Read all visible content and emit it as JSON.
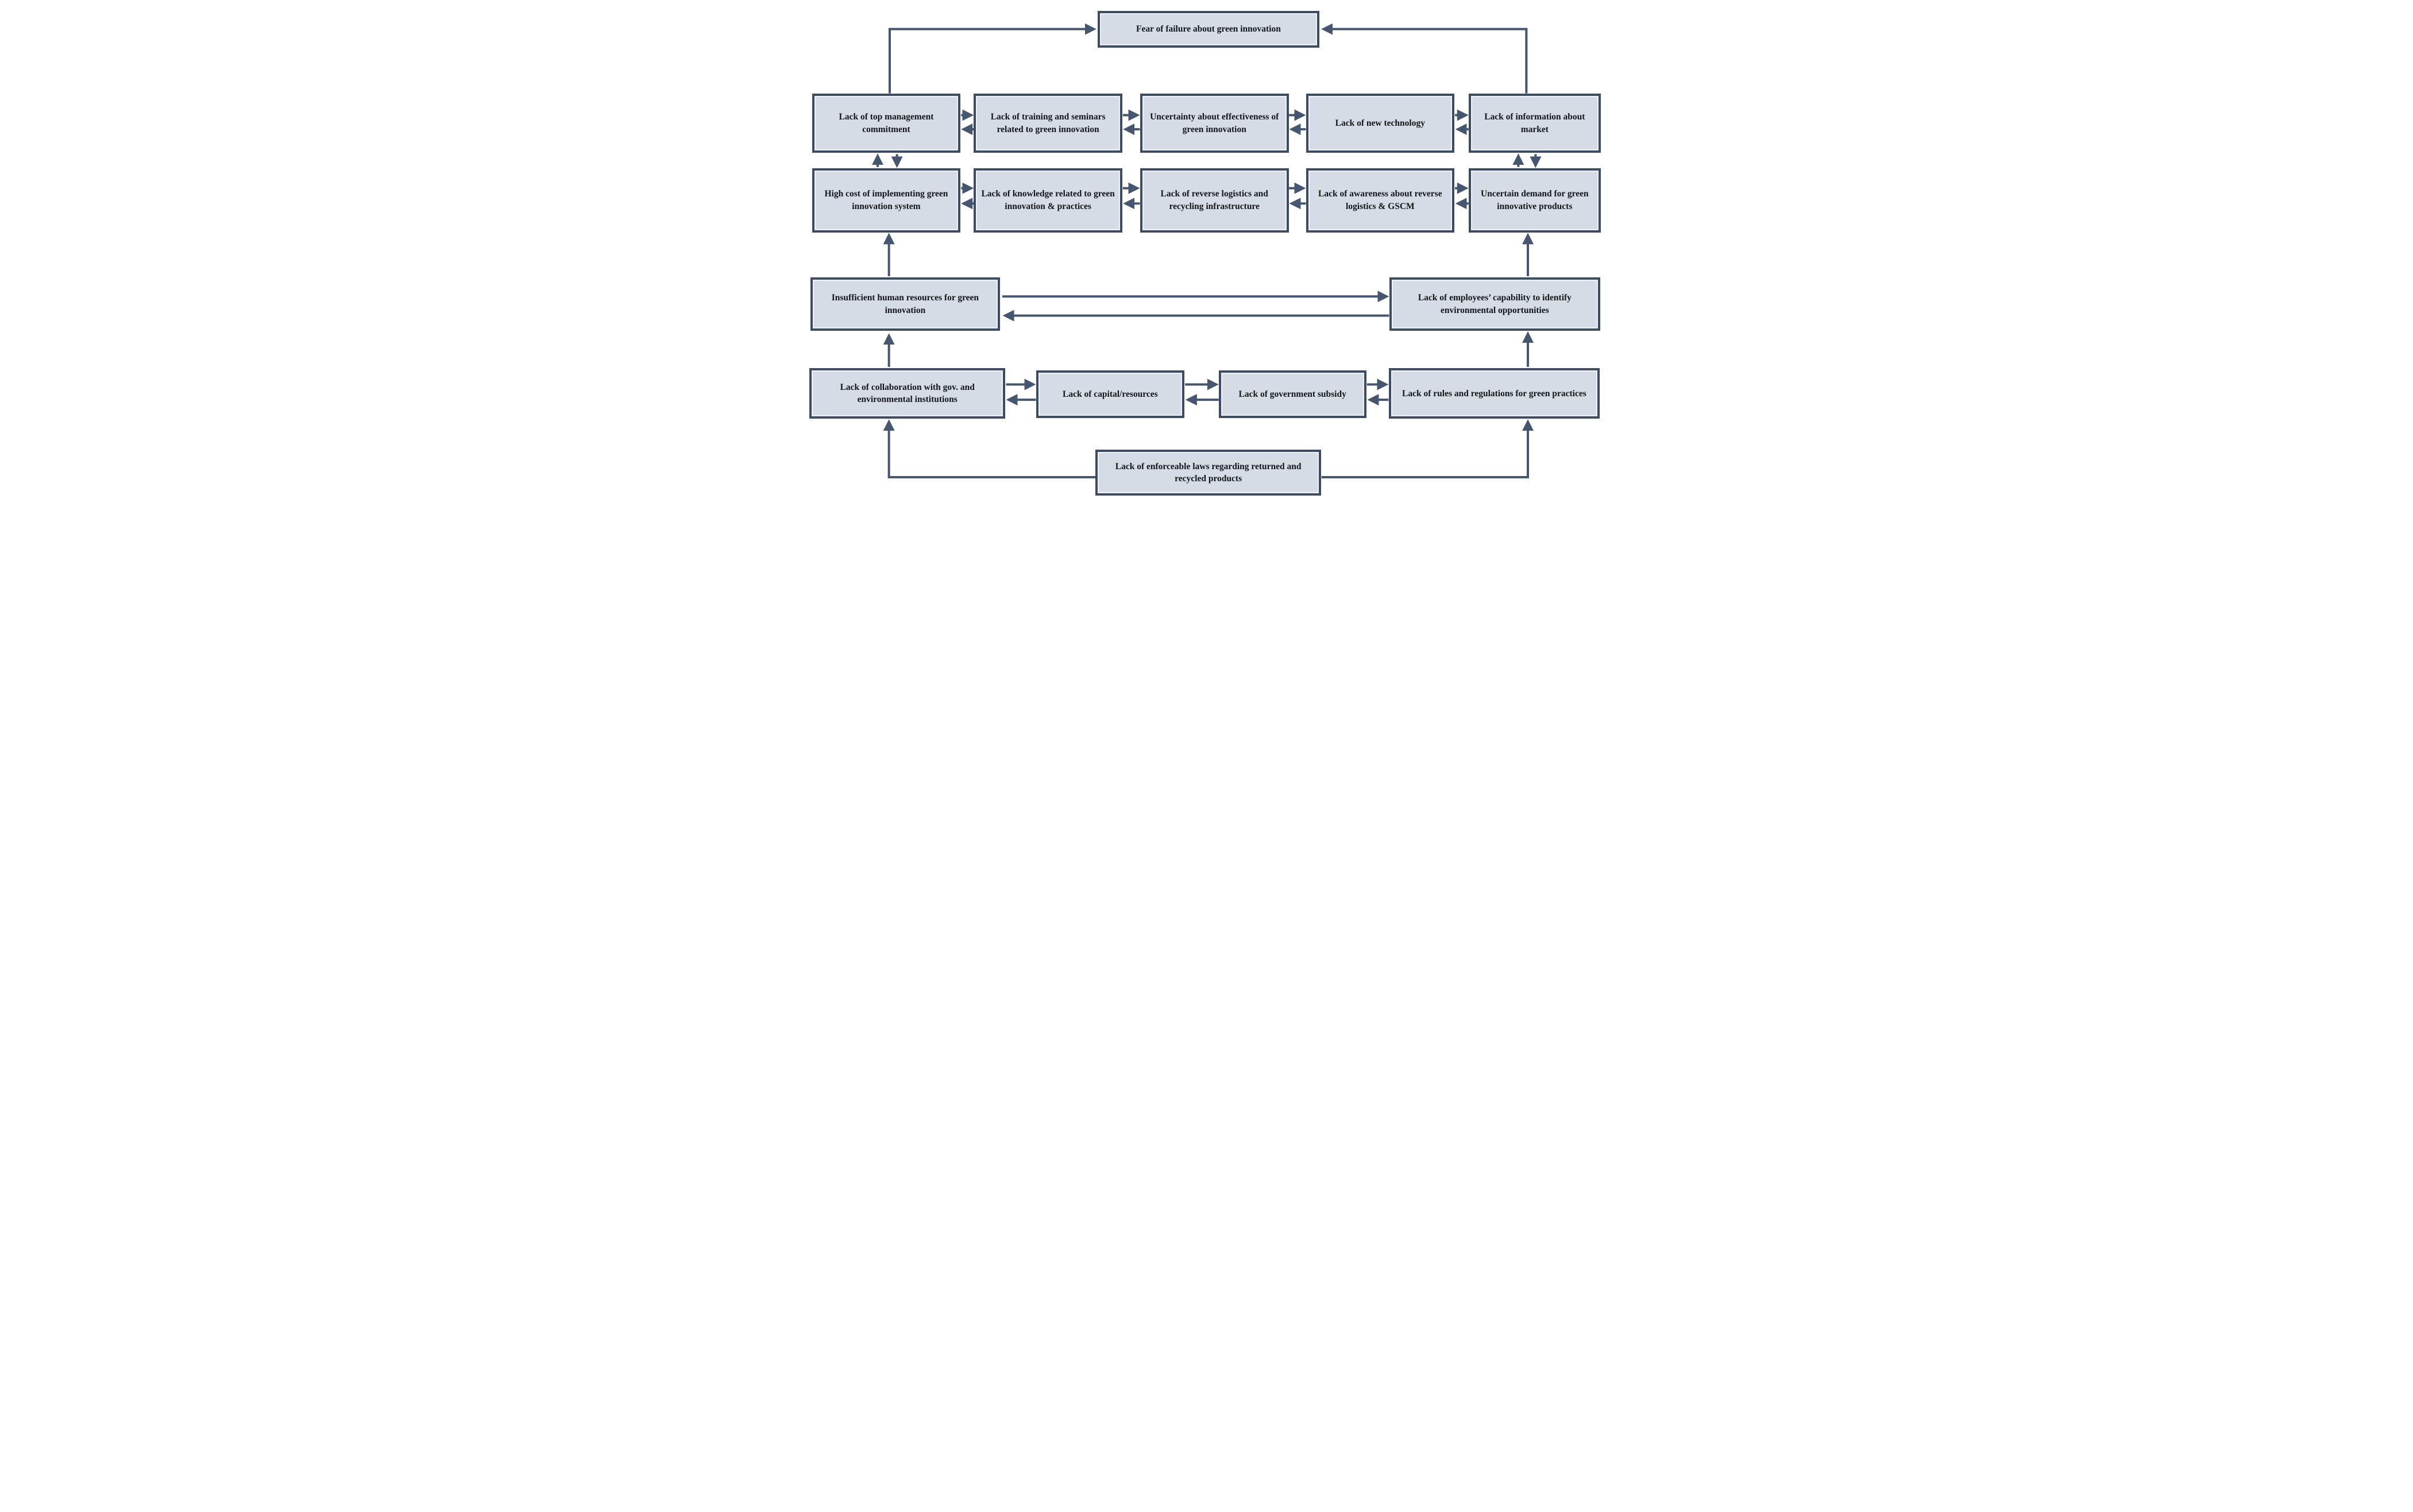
{
  "diagram": {
    "description": "Interrelationship map of barriers to green innovation",
    "colors": {
      "box_fill": "#d6dce5",
      "box_border": "#3e4c61",
      "arrow": "#46566e",
      "text": "#121519",
      "background": "#ffffff"
    },
    "nodes": [
      {
        "id": "fear-of-failure",
        "label": "Fear of failure about green innovation"
      },
      {
        "id": "top-management-commitment",
        "label": "Lack of top management commitment"
      },
      {
        "id": "training-seminars",
        "label": "Lack of training and seminars related to green innovation"
      },
      {
        "id": "uncertainty-effectiveness",
        "label": "Uncertainty about effectiveness of green innovation"
      },
      {
        "id": "new-technology",
        "label": "Lack of new technology"
      },
      {
        "id": "information-about-market",
        "label": "Lack of information about market"
      },
      {
        "id": "high-cost-implementing",
        "label": "High cost of implementing green innovation system"
      },
      {
        "id": "knowledge-green-innovation",
        "label": "Lack of knowledge related to green innovation & practices"
      },
      {
        "id": "reverse-logistics-infrastructure",
        "label": "Lack of reverse logistics and recycling infrastructure"
      },
      {
        "id": "awareness-reverse-logistics-gscm",
        "label": "Lack of awareness about reverse logistics & GSCM"
      },
      {
        "id": "uncertain-demand",
        "label": "Uncertain demand for green innovative products"
      },
      {
        "id": "insufficient-human-resources",
        "label": "Insufficient human resources for green innovation"
      },
      {
        "id": "employees-capability",
        "label": "Lack of employees’ capability to identify environmental opportunities"
      },
      {
        "id": "collaboration-gov",
        "label": "Lack of collaboration with gov. and environmental institutions"
      },
      {
        "id": "capital-resources",
        "label": "Lack of capital/resources"
      },
      {
        "id": "government-subsidy",
        "label": "Lack of government subsidy"
      },
      {
        "id": "rules-regulations",
        "label": "Lack of rules and regulations for green practices"
      },
      {
        "id": "enforceable-laws",
        "label": "Lack of enforceable laws regarding returned and recycled products"
      }
    ],
    "edges": [
      {
        "from": "top-management-commitment",
        "to": "fear-of-failure",
        "type": "directed"
      },
      {
        "from": "information-about-market",
        "to": "fear-of-failure",
        "type": "directed"
      },
      {
        "from": "top-management-commitment",
        "to": "training-seminars",
        "type": "bidirectional"
      },
      {
        "from": "training-seminars",
        "to": "uncertainty-effectiveness",
        "type": "bidirectional"
      },
      {
        "from": "uncertainty-effectiveness",
        "to": "new-technology",
        "type": "bidirectional"
      },
      {
        "from": "new-technology",
        "to": "information-about-market",
        "type": "bidirectional"
      },
      {
        "from": "top-management-commitment",
        "to": "high-cost-implementing",
        "type": "bidirectional"
      },
      {
        "from": "information-about-market",
        "to": "uncertain-demand",
        "type": "bidirectional"
      },
      {
        "from": "high-cost-implementing",
        "to": "knowledge-green-innovation",
        "type": "bidirectional"
      },
      {
        "from": "knowledge-green-innovation",
        "to": "reverse-logistics-infrastructure",
        "type": "bidirectional"
      },
      {
        "from": "reverse-logistics-infrastructure",
        "to": "awareness-reverse-logistics-gscm",
        "type": "bidirectional"
      },
      {
        "from": "awareness-reverse-logistics-gscm",
        "to": "uncertain-demand",
        "type": "bidirectional"
      },
      {
        "from": "insufficient-human-resources",
        "to": "high-cost-implementing",
        "type": "directed"
      },
      {
        "from": "insufficient-human-resources",
        "to": "employees-capability",
        "type": "bidirectional"
      },
      {
        "from": "employees-capability",
        "to": "uncertain-demand",
        "type": "directed"
      },
      {
        "from": "collaboration-gov",
        "to": "insufficient-human-resources",
        "type": "directed"
      },
      {
        "from": "rules-regulations",
        "to": "employees-capability",
        "type": "directed"
      },
      {
        "from": "collaboration-gov",
        "to": "capital-resources",
        "type": "bidirectional"
      },
      {
        "from": "capital-resources",
        "to": "government-subsidy",
        "type": "bidirectional"
      },
      {
        "from": "government-subsidy",
        "to": "rules-regulations",
        "type": "bidirectional"
      },
      {
        "from": "enforceable-laws",
        "to": "collaboration-gov",
        "type": "directed"
      },
      {
        "from": "enforceable-laws",
        "to": "rules-regulations",
        "type": "directed"
      }
    ]
  }
}
